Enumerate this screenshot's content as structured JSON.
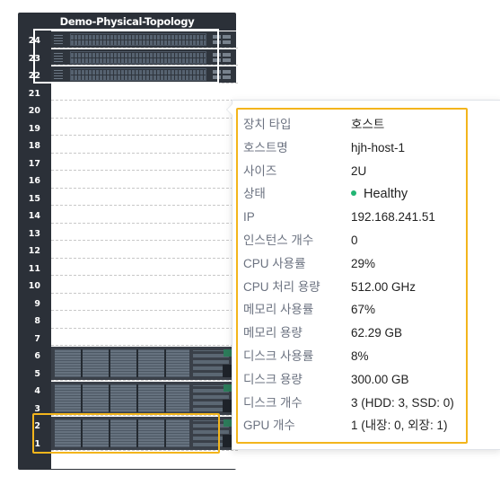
{
  "rack": {
    "title": "Demo-Physical-Topology",
    "units": [
      "24",
      "23",
      "22",
      "21",
      "20",
      "19",
      "18",
      "17",
      "16",
      "15",
      "14",
      "13",
      "12",
      "11",
      "10",
      "9",
      "8",
      "7",
      "6",
      "5",
      "4",
      "3",
      "2",
      "1"
    ]
  },
  "tooltip": {
    "rows": [
      {
        "label": "장치 타입",
        "value": "호스트"
      },
      {
        "label": "호스트명",
        "value": "hjh-host-1"
      },
      {
        "label": "사이즈",
        "value": "2U"
      },
      {
        "label": "상태",
        "value": "Healthy"
      },
      {
        "label": "IP",
        "value": "192.168.241.51"
      },
      {
        "label": "인스턴스 개수",
        "value": "0"
      },
      {
        "label": "CPU 사용률",
        "value": "29%"
      },
      {
        "label": "CPU 처리 용량",
        "value": "512.00 GHz"
      },
      {
        "label": "메모리 사용률",
        "value": "67%"
      },
      {
        "label": "메모리 용량",
        "value": "62.29 GB"
      },
      {
        "label": "디스크 사용률",
        "value": "8%"
      },
      {
        "label": "디스크 용량",
        "value": "300.00 GB"
      },
      {
        "label": "디스크 개수",
        "value": "3 (HDD: 3, SSD: 0)"
      },
      {
        "label": "GPU 개수",
        "value": "1 (내장: 0, 외장: 1)"
      }
    ]
  },
  "colors": {
    "rack_bg": "#2b3038",
    "selection": "#f3b51c",
    "healthy": "#22b573"
  }
}
